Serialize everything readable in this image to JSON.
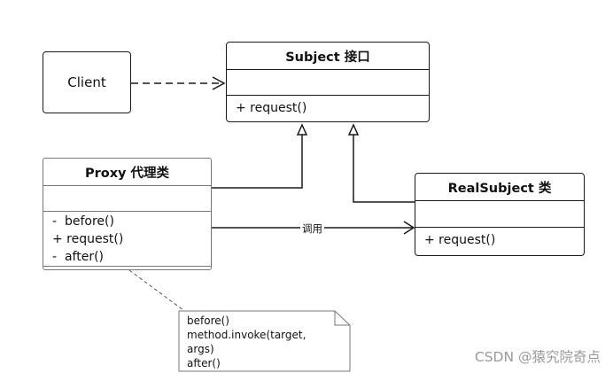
{
  "client": {
    "label": "Client"
  },
  "subject": {
    "title": "Subject 接口",
    "methods": [
      "+ request()"
    ]
  },
  "proxy": {
    "title": "Proxy 代理类",
    "methods": [
      "-  before()",
      "+ request()",
      "-  after()"
    ]
  },
  "real_subject": {
    "title": "RealSubject 类",
    "methods": [
      "+ request()"
    ]
  },
  "relations": {
    "call_label": "调用"
  },
  "note": {
    "text": "before()\nmethod.invoke(target,\nargs)\nafter()"
  },
  "watermark": "CSDN @猿究院奇点",
  "colors": {
    "line": "#1a1a1a",
    "note_border": "#777777",
    "watermark": "#9a9a9a"
  }
}
